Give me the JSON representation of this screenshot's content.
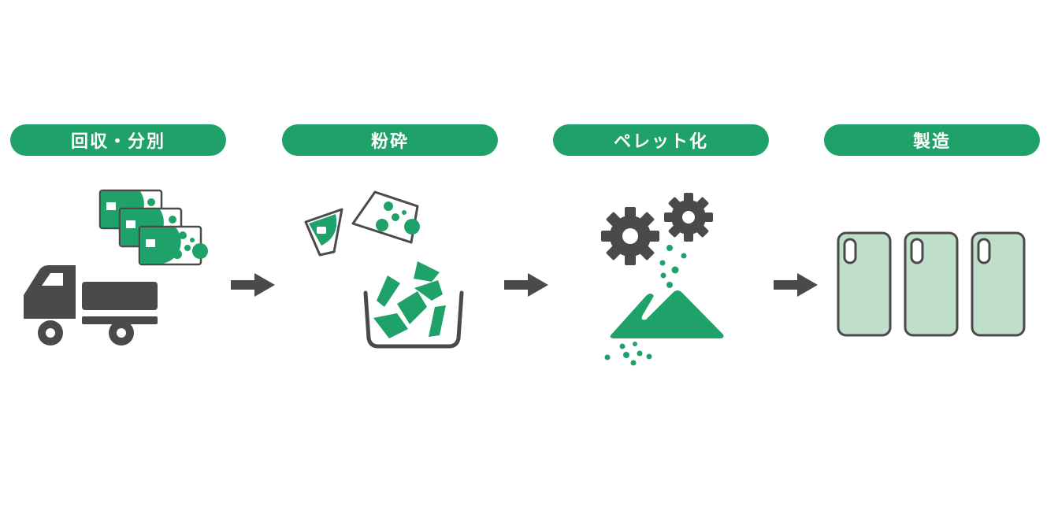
{
  "diagram": {
    "type": "process-flow",
    "colors": {
      "accent": "#1fa26a",
      "dark": "#4a4a4a",
      "light_green": "#bfdfca",
      "white": "#ffffff"
    },
    "steps": [
      {
        "label": "回収・分別",
        "icon": "truck-with-cards-icon"
      },
      {
        "label": "粉砕",
        "icon": "crushed-pieces-in-bin-icon"
      },
      {
        "label": "ペレット化",
        "icon": "gears-and-pellets-icon"
      },
      {
        "label": "製造",
        "icon": "phone-cases-icon"
      }
    ],
    "connectors": [
      "arrow-right",
      "arrow-right",
      "arrow-right"
    ]
  }
}
